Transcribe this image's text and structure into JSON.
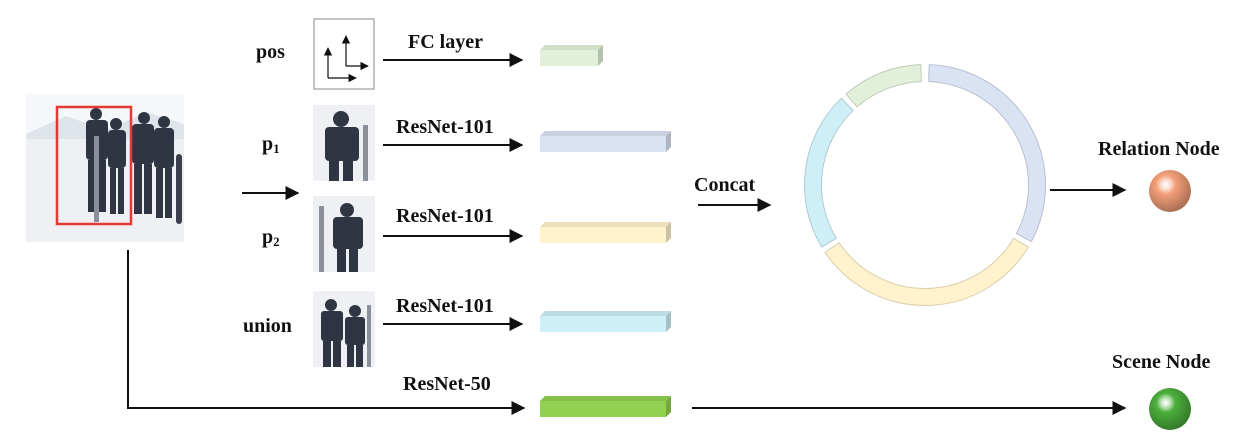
{
  "inputs": [
    {
      "id": "pos",
      "label": "pos",
      "sub": "",
      "network": "FC layer",
      "color": "#e2f0d9"
    },
    {
      "id": "p1",
      "label": "p",
      "sub": "1",
      "network": "ResNet-101",
      "color": "#dae3f3"
    },
    {
      "id": "p2",
      "label": "p",
      "sub": "2",
      "network": "ResNet-101",
      "color": "#fff2cc"
    },
    {
      "id": "union",
      "label": "union",
      "sub": "",
      "network": "ResNet-101",
      "color": "#cfeff8"
    }
  ],
  "scene": {
    "network": "ResNet-50",
    "color": "#92d050"
  },
  "concat_label": "Concat",
  "ring_colors": [
    "#dae3f3",
    "#fff2cc",
    "#cfeff8",
    "#e2f0d9"
  ],
  "relation_node": {
    "label": "Relation Node",
    "color": "#f4a07a"
  },
  "scene_node": {
    "label": "Scene Node",
    "color": "#4caf3c"
  },
  "colors": {
    "bbox": "#e53935",
    "arrow": "#111111",
    "snow": "#eef0f3",
    "person_dark": "#2f3542",
    "person_mid": "#5a6070"
  }
}
